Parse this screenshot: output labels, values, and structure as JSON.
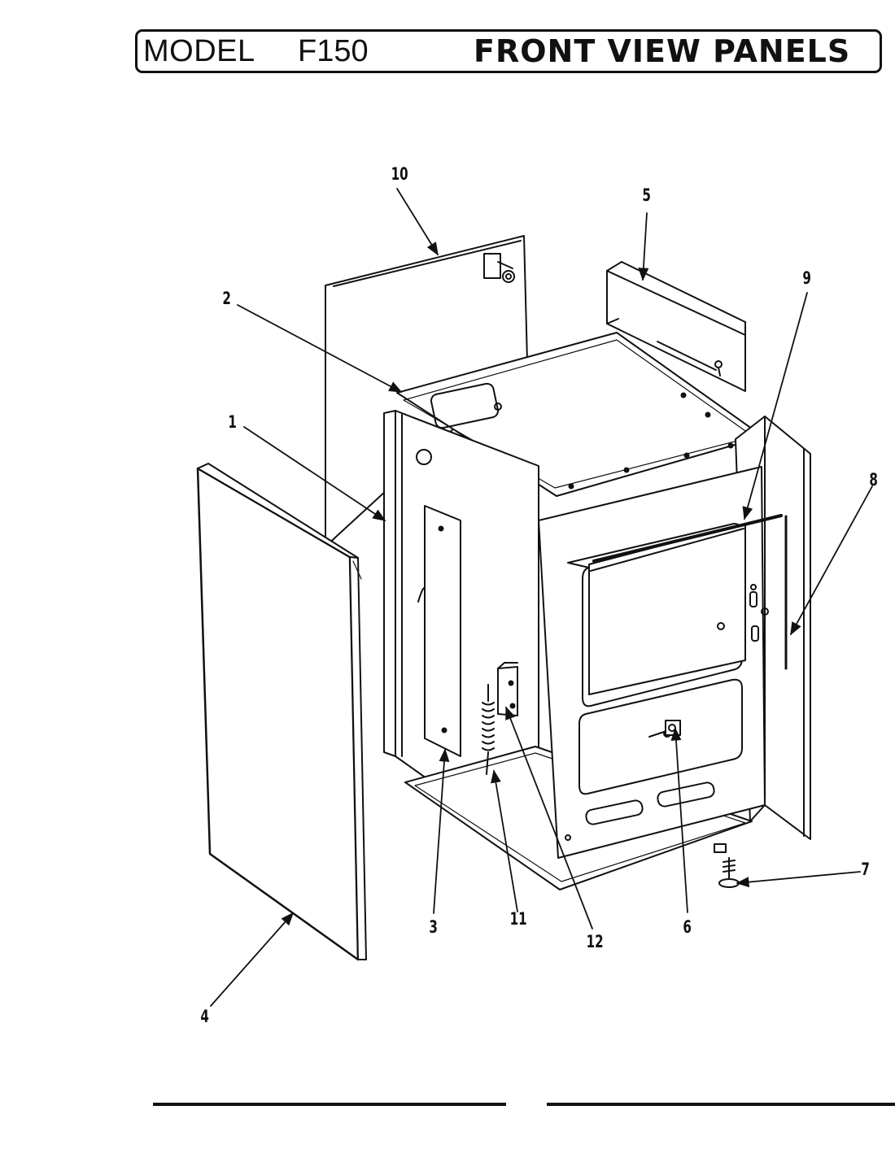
{
  "header": {
    "model_label": "MODEL",
    "model_number": "F150",
    "title": "FRONT VIEW PANELS"
  },
  "callouts": [
    {
      "id": "1",
      "label": "1"
    },
    {
      "id": "2",
      "label": "2"
    },
    {
      "id": "3",
      "label": "3"
    },
    {
      "id": "4",
      "label": "4"
    },
    {
      "id": "5",
      "label": "5"
    },
    {
      "id": "6",
      "label": "6"
    },
    {
      "id": "7",
      "label": "7"
    },
    {
      "id": "8",
      "label": "8"
    },
    {
      "id": "9",
      "label": "9"
    },
    {
      "id": "10",
      "label": "10"
    },
    {
      "id": "11",
      "label": "11"
    },
    {
      "id": "12",
      "label": "12"
    }
  ],
  "colors": {
    "ink": "#111111",
    "paper": "#ffffff"
  }
}
